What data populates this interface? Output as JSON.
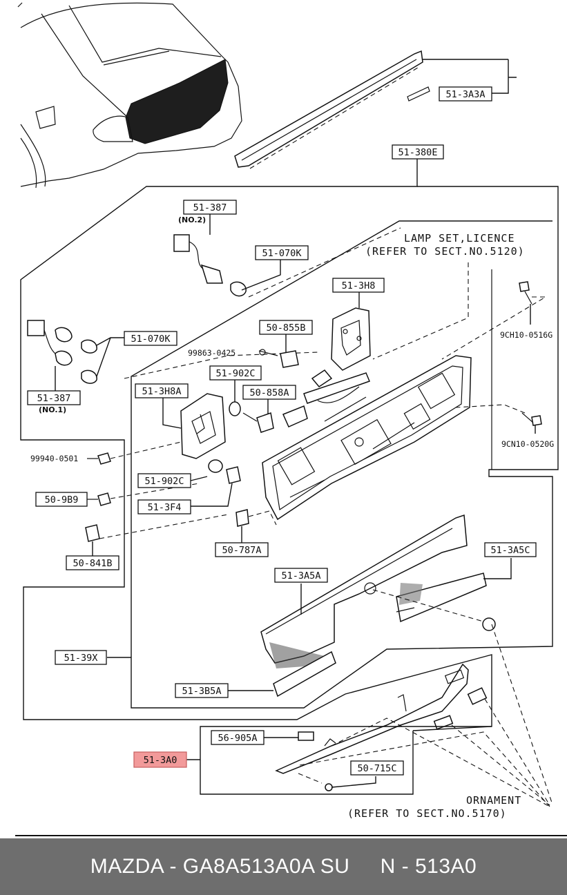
{
  "labels": {
    "l_513a3a": "51-3A3A",
    "l_51380e": "51-380E",
    "l_51387_no2": "51-387",
    "l_no2": "(NO.2)",
    "l_51070k_top": "51-070K",
    "l_513h8": "51-3H8",
    "l_50855b": "50-855B",
    "l_99863": "99863-0425",
    "l_51902c_top": "51-902C",
    "l_50858a": "50-858A",
    "l_513h8a": "51-3H8A",
    "l_51070k_left": "51-070K",
    "l_51387_no1": "51-387",
    "l_no1": "(NO.1)",
    "l_99940": "99940-0501",
    "l_509b9": "50-9B9",
    "l_508418": "50-841B",
    "l_51902c_low": "51-902C",
    "l_513f4": "51-3F4",
    "l_50787a": "50-787A",
    "l_9ch10_0516g": "9CH10-0516G",
    "l_9cn10_0520g": "9CN10-0520G",
    "l_513a5c": "51-3A5C",
    "l_513a5a": "51-3A5A",
    "l_5139x": "51-39X",
    "l_513b5a": "51-3B5A",
    "l_56905a": "56-905A",
    "l_513a0": "51-3A0",
    "l_50715c": "50-715C"
  },
  "notes": {
    "lamp_line1": "LAMP SET,LICENCE",
    "lamp_line2": "(REFER TO SECT.NO.5120)",
    "orn_line1": "ORNAMENT",
    "orn_line2": "(REFER TO SECT.NO.5170)"
  },
  "highlight_color": "#f29a9a",
  "footer": {
    "text": "MAZDA - GA8A513A0A SU     N - 513A0"
  }
}
